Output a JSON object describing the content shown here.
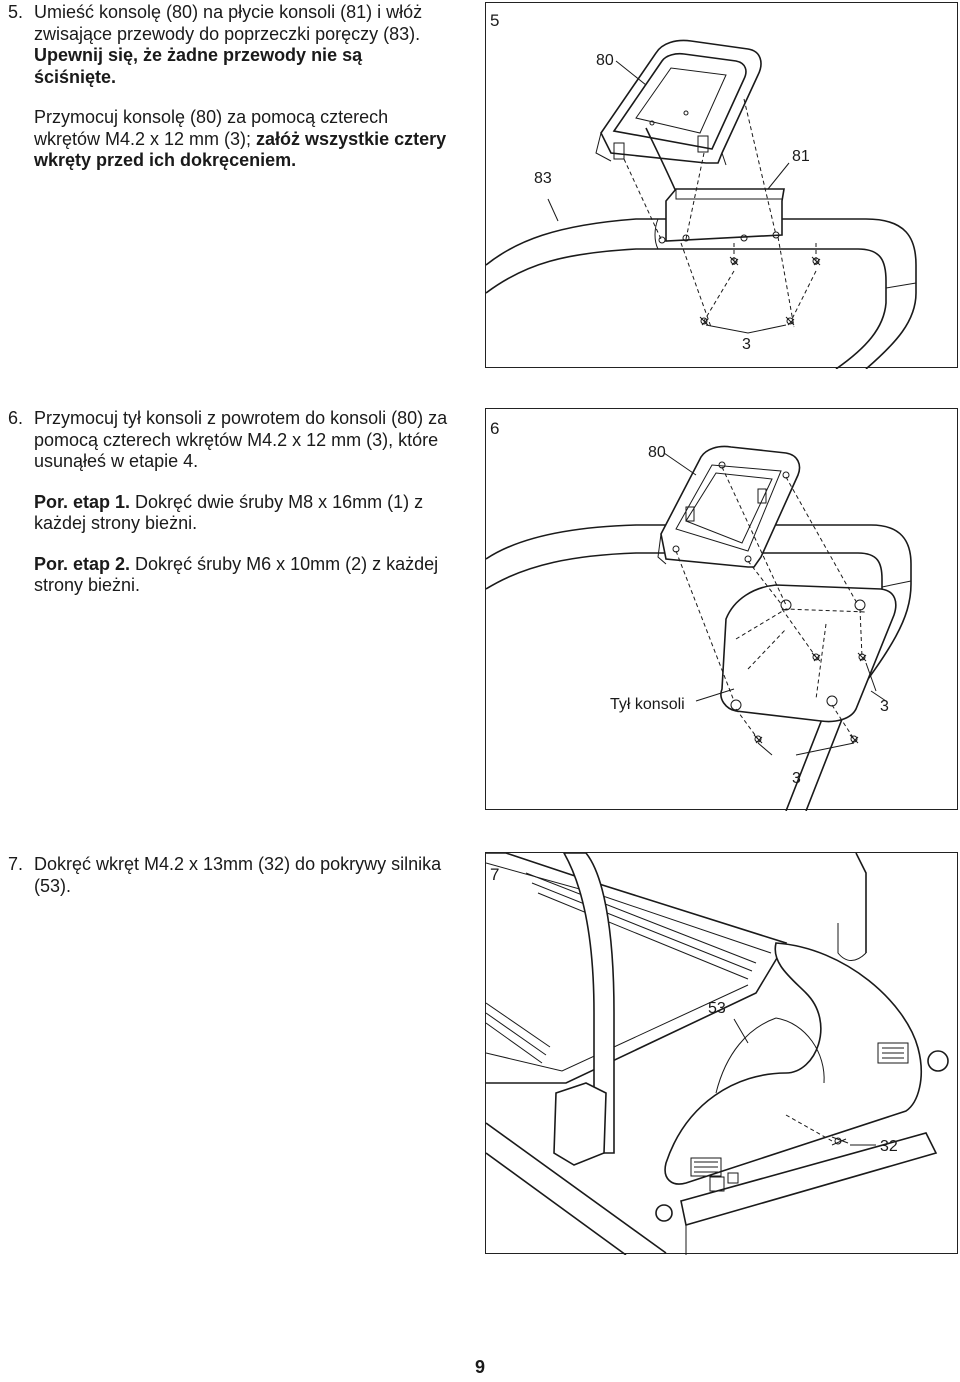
{
  "steps": [
    {
      "number": "5.",
      "lines": [
        "Umieść konsolę (80) na płycie konsoli (81) i włóż",
        "zwisające przewody do poprzeczki poręczy (83).",
        "Upewnij się, że żadne przewody nie są ściśnięte."
      ],
      "para2_line1": "Przymocuj konsolę (80) za pomocą czterech",
      "para2_line2_normal": "wkrętów M4.2 x 12 mm (3); ",
      "para2_line2_bold": "załóż wszystkie cztery",
      "para2_line3_bold": "wkręty przed ich dokręceniem."
    },
    {
      "number": "6.",
      "lines": [
        "Przymocuj tył konsoli z powrotem do konsoli (80) za",
        "pomocą czterech wkrętów M4.2 x 12 mm (3), które",
        "usunąłeś w etapie 4."
      ],
      "note1_bold": "Por. etap 1.",
      "note1_text": " Dokręć dwie śruby M8 x 16mm (1) z",
      "note1_line2": "każdej strony bieżni.",
      "note2_bold": "Por. etap 2.",
      "note2_text": " Dokręć śruby M6 x 10mm (2) z każdej",
      "note2_line2": "strony bieżni."
    },
    {
      "number": "7.",
      "lines": [
        "Dokręć wkręt M4.2 x 13mm (32) do pokrywy silnika",
        "(53)."
      ]
    }
  ],
  "figures": [
    {
      "number": "5",
      "callouts": [
        "80",
        "83",
        "81",
        "3"
      ]
    },
    {
      "number": "6",
      "callouts": [
        "80",
        "Tył konsoli",
        "3",
        "3"
      ]
    },
    {
      "number": "7",
      "callouts": [
        "53",
        "32"
      ]
    }
  ],
  "page_number": "9"
}
